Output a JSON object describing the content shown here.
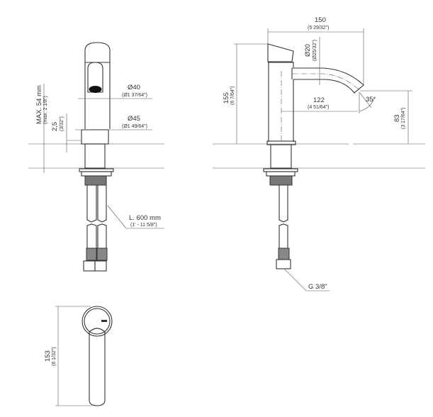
{
  "front_view": {
    "max_label": "MAX. 54 mm",
    "max_label_in": "(max. 2 1/8\")",
    "gap_label": "2,5",
    "gap_label_in": "(3/32\")",
    "d40_label": "Ø40",
    "d40_label_in": "(Ø1 37/64\")",
    "d45_label": "Ø45",
    "d45_label_in": "(Ø1 49/64\")",
    "hose_label": "L. 600 mm",
    "hose_label_in": "(1' - 11 5/8\")"
  },
  "side_view": {
    "width_label": "150",
    "width_label_in": "(5 29/32\")",
    "height_label": "155",
    "height_label_in": "(6 7/64\")",
    "spout_d_label": "Ø20",
    "spout_d_label_in": "(Ø25/32\")",
    "reach_label": "122",
    "reach_label_in": "(4 51/64\")",
    "angle_label": "35°",
    "outlet_h_label": "83",
    "outlet_h_label_in": "(3 17/64\")",
    "thread_label": "G 3/8\""
  },
  "top_view": {
    "length_label": "153",
    "length_label_in": "(6 1/32\")"
  }
}
